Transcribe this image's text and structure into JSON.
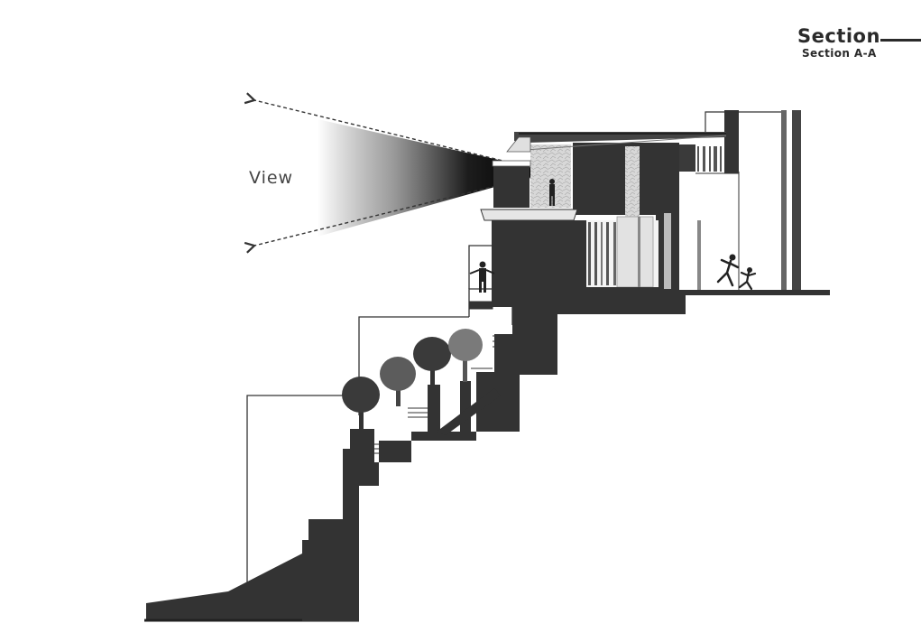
{
  "title": {
    "main": "Section",
    "sub": "Section A-A"
  },
  "view_label": "View",
  "colors": {
    "poche": "#333333",
    "ink": "#2a2a2a",
    "tree_dark": "#3a3a3a",
    "tree_mid": "#5c5c5c",
    "tree_light": "#7a7a7a",
    "background": "#ffffff"
  }
}
